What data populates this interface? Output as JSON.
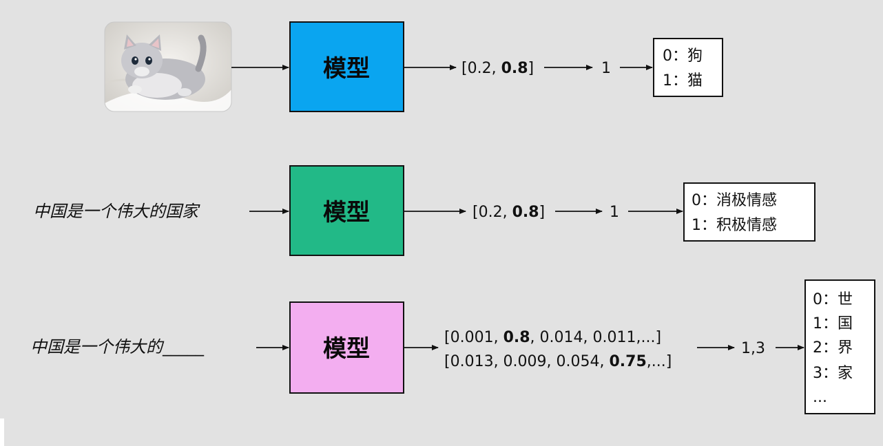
{
  "colors": {
    "background": "#e2e2e2",
    "model_blue": "#0aa5f0",
    "model_green": "#22b987",
    "model_pink": "#f3aef0"
  },
  "model_label": "模型",
  "row1": {
    "input_image": "cat-photo",
    "output_vector": {
      "open": "[0.2, ",
      "bold": "0.8",
      "close": "]"
    },
    "result": "1",
    "legend": [
      "0：狗",
      "1：猫"
    ]
  },
  "row2": {
    "input_text": "中国是一个伟大的国家",
    "output_vector": {
      "open": "[0.2, ",
      "bold": "0.8",
      "close": "]"
    },
    "result": "1",
    "legend": [
      "0：消极情感",
      "1：积极情感"
    ]
  },
  "row3": {
    "input_text": "中国是一个伟大的",
    "blank": "_____",
    "vector_line1": {
      "a": "[0.001, ",
      "b": "0.8",
      "c": ", 0.014, 0.011,...]"
    },
    "vector_line2": {
      "a": "[0.013, 0.009, 0.054, ",
      "b": "0.75",
      "c": ",...]"
    },
    "result": "1,3",
    "legend": [
      "0：世",
      "1：国",
      "2：界",
      "3：家",
      "..."
    ]
  }
}
